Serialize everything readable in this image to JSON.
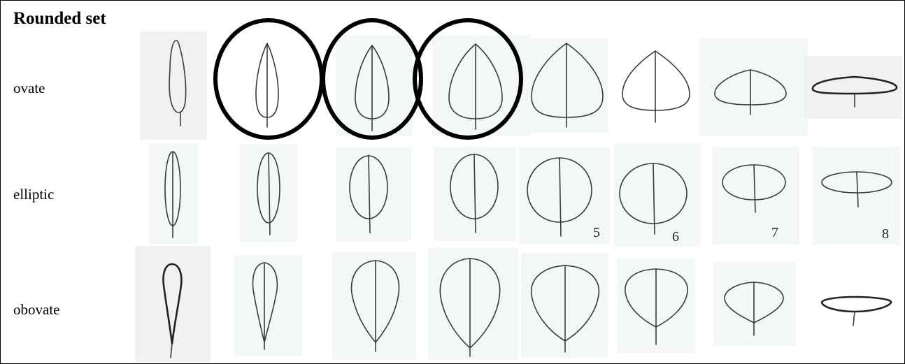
{
  "figure": {
    "title": "Rounded set",
    "rows": [
      {
        "label": "ovate"
      },
      {
        "label": "elliptic"
      },
      {
        "label": "obovate"
      }
    ],
    "number_labels": [
      "5",
      "6",
      "7",
      "8"
    ],
    "highlighted_ovate_shapes": [
      2,
      3,
      4
    ],
    "shapes_per_row": 8
  },
  "colors": {
    "line": "#3a3a3a",
    "ring": "#000000",
    "cell_background": "#f4f7f8"
  }
}
